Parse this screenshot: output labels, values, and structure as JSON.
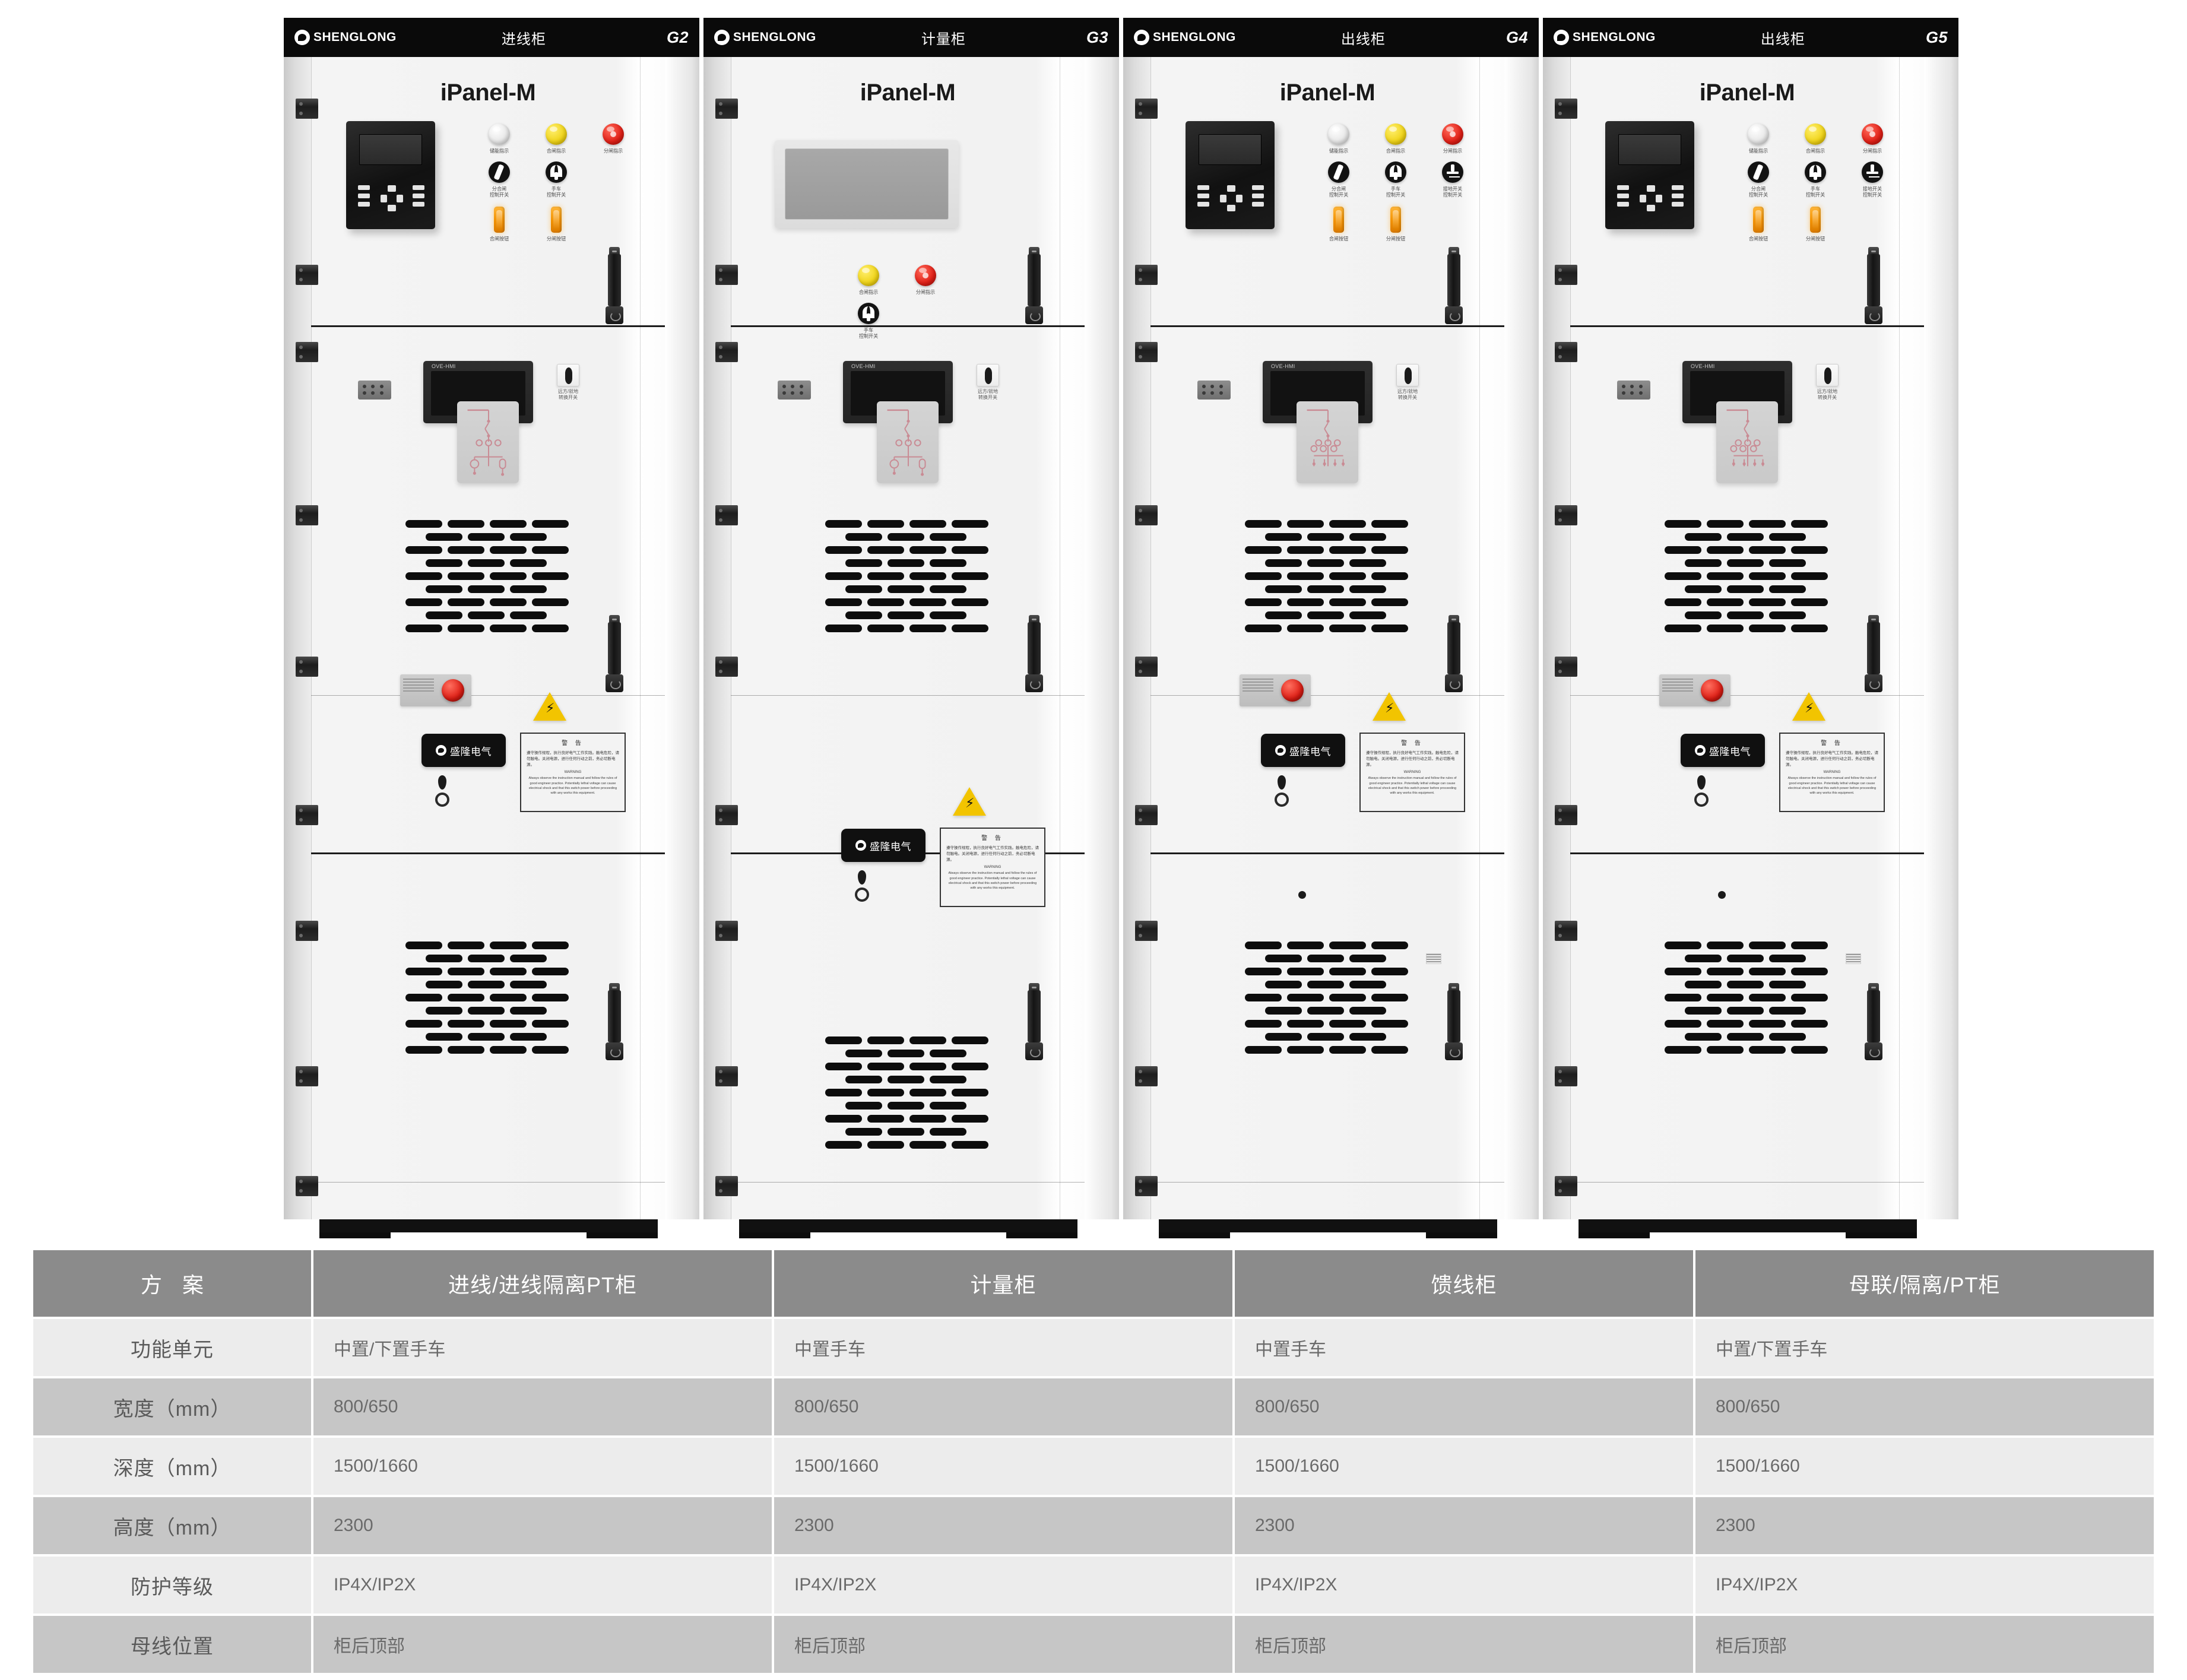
{
  "product": {
    "model_title": "iPanel-M",
    "brand_name": "SHENGLONG",
    "brand_plate_text": "盛隆电气"
  },
  "cabinets": [
    {
      "code": "G2",
      "type": "进线柜",
      "model": "iPanel-M",
      "lamps": [
        {
          "color": "white",
          "label": "储能指示"
        },
        {
          "color": "yellow",
          "label": "合闸指示"
        },
        {
          "color": "red",
          "label": "分闸指示"
        }
      ],
      "switches": [
        {
          "kind": "a",
          "label": "分合闸\n控制开关"
        },
        {
          "kind": "b",
          "label": "手车\n控制开关"
        }
      ],
      "buttons": [
        {
          "label": "合闸按钮"
        },
        {
          "label": "分闸按钮"
        }
      ],
      "hmi_label": "OVE-HMI",
      "panel_switch_label": "远方/就地\n转换开关"
    },
    {
      "code": "G3",
      "type": "计量柜",
      "model": "iPanel-M",
      "lamps": [
        {
          "color": "yellow",
          "label": "合闸指示"
        },
        {
          "color": "red",
          "label": "分闸指示"
        }
      ],
      "switches": [
        {
          "kind": "b",
          "label": "手车\n控制开关"
        }
      ],
      "buttons": [],
      "hmi_label": "OVE-HMI",
      "panel_switch_label": "远方/就地\n转换开关"
    },
    {
      "code": "G4",
      "type": "出线柜",
      "model": "iPanel-M",
      "lamps": [
        {
          "color": "white",
          "label": "储能指示"
        },
        {
          "color": "yellow",
          "label": "合闸指示"
        },
        {
          "color": "red",
          "label": "分闸指示"
        }
      ],
      "switches": [
        {
          "kind": "a",
          "label": "分合闸\n控制开关"
        },
        {
          "kind": "b",
          "label": "手车\n控制开关"
        },
        {
          "kind": "c",
          "label": "接地开关\n控制开关"
        }
      ],
      "buttons": [
        {
          "label": "合闸按钮"
        },
        {
          "label": "分闸按钮"
        }
      ],
      "hmi_label": "OVE-HMI",
      "panel_switch_label": "远方/就地\n转换开关"
    },
    {
      "code": "G5",
      "type": "出线柜",
      "model": "iPanel-M",
      "lamps": [
        {
          "color": "white",
          "label": "储能指示"
        },
        {
          "color": "yellow",
          "label": "合闸指示"
        },
        {
          "color": "red",
          "label": "分闸指示"
        }
      ],
      "switches": [
        {
          "kind": "a",
          "label": "分合闸\n控制开关"
        },
        {
          "kind": "b",
          "label": "手车\n控制开关"
        },
        {
          "kind": "c",
          "label": "接地开关\n控制开关"
        }
      ],
      "buttons": [
        {
          "label": "合闸按钮"
        },
        {
          "label": "分闸按钮"
        }
      ],
      "hmi_label": "OVE-HMI",
      "panel_switch_label": "远方/就地\n转换开关"
    }
  ],
  "warning_label": {
    "title": "警  告",
    "cn_text": "遵守操作规程，执行良好电气工作实践。触电危险，请勿触电。关闭电源，进行任何行动之前，务必切断电源。",
    "en_heading": "WARNING",
    "en_text": "Always observe the instruction manual and follow the rules of good engineer practice. Potentially lethal voltage can cause electrical shock and that this switch power before proceeding with any works this equipment."
  },
  "spec_table": {
    "headers": [
      "方  案",
      "进线/进线隔离PT柜",
      "计量柜",
      "馈线柜",
      "母联/隔离/PT柜"
    ],
    "rows": [
      {
        "label": "功能单元",
        "values": [
          "中置/下置手车",
          "中置手车",
          "中置手车",
          "中置/下置手车"
        ]
      },
      {
        "label": "宽度（mm）",
        "values": [
          "800/650",
          "800/650",
          "800/650",
          "800/650"
        ]
      },
      {
        "label": "深度（mm）",
        "values": [
          "1500/1660",
          "1500/1660",
          "1500/1660",
          "1500/1660"
        ]
      },
      {
        "label": "高度（mm）",
        "values": [
          "2300",
          "2300",
          "2300",
          "2300"
        ]
      },
      {
        "label": "防护等级",
        "values": [
          "IP4X/IP2X",
          "IP4X/IP2X",
          "IP4X/IP2X",
          "IP4X/IP2X"
        ]
      },
      {
        "label": "母线位置",
        "values": [
          "柜后顶部",
          "柜后顶部",
          "柜后顶部",
          "柜后顶部"
        ]
      }
    ]
  },
  "colors": {
    "banner": "#0a0a0a",
    "table_header_bg": "#8b8b8b",
    "table_row_odd": "#ececec",
    "table_row_even": "#c6c6c6",
    "lamp_white": "#ffffff",
    "lamp_yellow": "#efd318",
    "lamp_red": "#e01f16",
    "button_orange": "#f29100",
    "hazard_yellow": "#f2c400",
    "mimic_line": "#c98b94"
  }
}
